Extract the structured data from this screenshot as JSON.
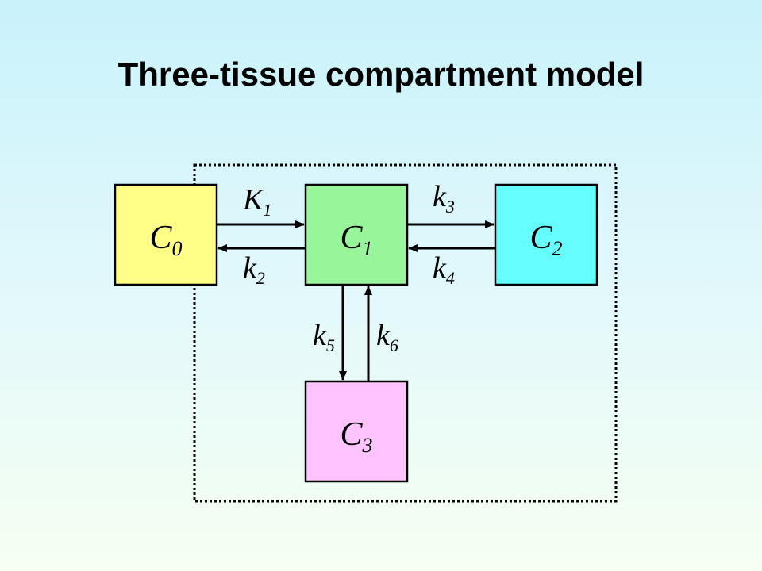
{
  "title": "Three-tissue compartment model",
  "compartments": [
    {
      "id": "c0",
      "main": "C",
      "sub": "0",
      "color": "#ffff88"
    },
    {
      "id": "c1",
      "main": "C",
      "sub": "1",
      "color": "#99f599"
    },
    {
      "id": "c2",
      "main": "C",
      "sub": "2",
      "color": "#66ffff"
    },
    {
      "id": "c3",
      "main": "C",
      "sub": "3",
      "color": "#ffc4ff"
    }
  ],
  "rates": [
    {
      "id": "K1",
      "main": "K",
      "sub": "1"
    },
    {
      "id": "k2",
      "main": "k",
      "sub": "2"
    },
    {
      "id": "k3",
      "main": "k",
      "sub": "3"
    },
    {
      "id": "k4",
      "main": "k",
      "sub": "4"
    },
    {
      "id": "k5",
      "main": "k",
      "sub": "5"
    },
    {
      "id": "k6",
      "main": "k",
      "sub": "6"
    }
  ]
}
